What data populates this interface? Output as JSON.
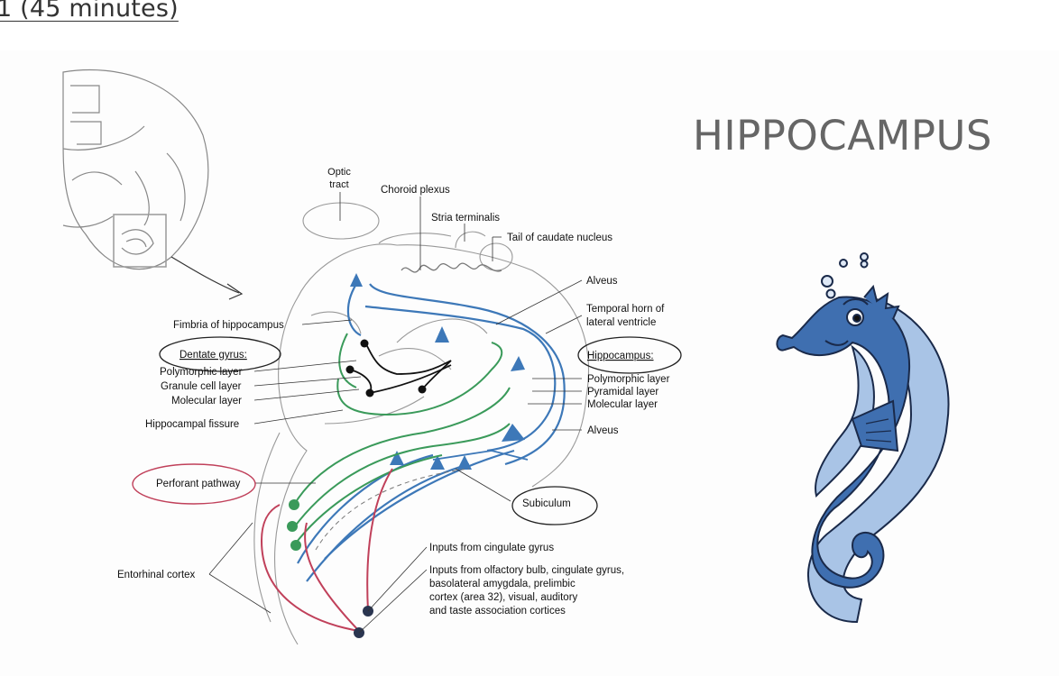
{
  "header": {
    "link_text": "1 (45 minutes)"
  },
  "slide": {
    "title": "HIPPOCAMPUS"
  },
  "diagram": {
    "labels": {
      "optic_tract_1": "Optic",
      "optic_tract_2": "tract",
      "choroid_plexus": "Choroid plexus",
      "stria_terminalis": "Stria terminalis",
      "tail_caudate": "Tail of caudate nucleus",
      "alveus_top": "Alveus",
      "temporal_horn_1": "Temporal horn of",
      "temporal_horn_2": "lateral ventricle",
      "fimbria": "Fimbria of hippocampus",
      "dentate_gyrus": "Dentate gyrus:",
      "dg_polymorphic": "Polymorphic layer",
      "dg_granule": "Granule cell layer",
      "dg_molecular": "Molecular layer",
      "hippocampal_fissure": "Hippocampal fissure",
      "hippocampus": "Hippocampus:",
      "hc_polymorphic": "Polymorphic layer",
      "hc_pyramidal": "Pyramidal layer",
      "hc_molecular": "Molecular layer",
      "alveus_bottom": "Alveus",
      "perforant_pathway": "Perforant pathway",
      "subiculum": "Subiculum",
      "entorhinal": "Entorhinal cortex",
      "inputs_cingulate": "Inputs from cingulate gyrus",
      "inputs_olfactory_1": "Inputs from olfactory bulb, cingulate gyrus,",
      "inputs_olfactory_2": "basolateral amygdala, prelimbic",
      "inputs_olfactory_3": "cortex (area 32), visual, auditory",
      "inputs_olfactory_4": "and taste association cortices"
    }
  },
  "colors": {
    "title": "#666666",
    "green_pathway": "#3a9a5a",
    "blue_pathway": "#3d78b8",
    "red_pathway": "#c0405a",
    "seahorse_dark": "#3f6fb0",
    "seahorse_light": "#a9c4e6"
  },
  "icons": {
    "seahorse": "seahorse-illustration",
    "brain": "brain-section-illustration"
  }
}
